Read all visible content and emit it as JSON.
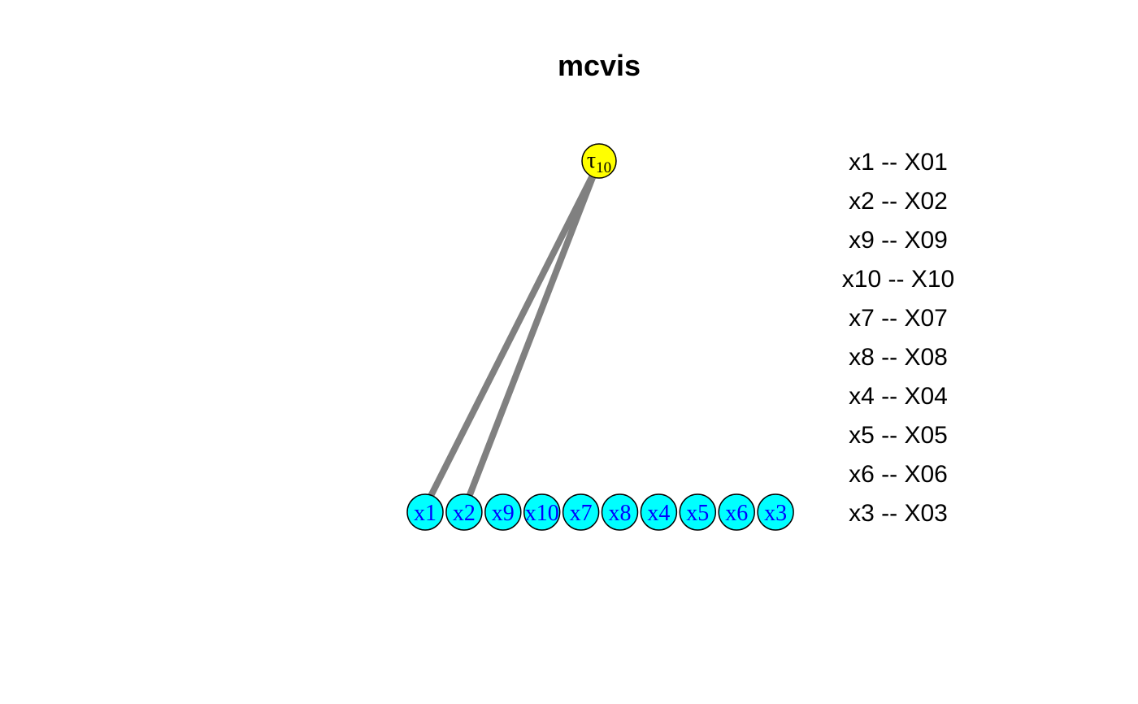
{
  "title": "mcvis",
  "tau_node": {
    "symbol": "τ",
    "subscript": "10",
    "fill": "#ffff00",
    "text_color": "#000000"
  },
  "variable_nodes": [
    "x1",
    "x2",
    "x9",
    "x10",
    "x7",
    "x8",
    "x4",
    "x5",
    "x6",
    "x3"
  ],
  "variable_node_style": {
    "fill": "#00ffff",
    "text_color": "#0000ff",
    "stroke": "#000000"
  },
  "edges": [
    {
      "from": "tau10",
      "to": "x1"
    },
    {
      "from": "tau10",
      "to": "x2"
    }
  ],
  "edge_color": "#808080",
  "mapping": [
    {
      "short": "x1",
      "full": "X01",
      "text": "x1 -- X01"
    },
    {
      "short": "x2",
      "full": "X02",
      "text": "x2 -- X02"
    },
    {
      "short": "x9",
      "full": "X09",
      "text": "x9 -- X09"
    },
    {
      "short": "x10",
      "full": "X10",
      "text": "x10 -- X10"
    },
    {
      "short": "x7",
      "full": "X07",
      "text": "x7 -- X07"
    },
    {
      "short": "x8",
      "full": "X08",
      "text": "x8 -- X08"
    },
    {
      "short": "x4",
      "full": "X04",
      "text": "x4 -- X04"
    },
    {
      "short": "x5",
      "full": "X05",
      "text": "x5 -- X05"
    },
    {
      "short": "x6",
      "full": "X06",
      "text": "x6 -- X06"
    },
    {
      "short": "x3",
      "full": "X03",
      "text": "x3 -- X03"
    }
  ]
}
